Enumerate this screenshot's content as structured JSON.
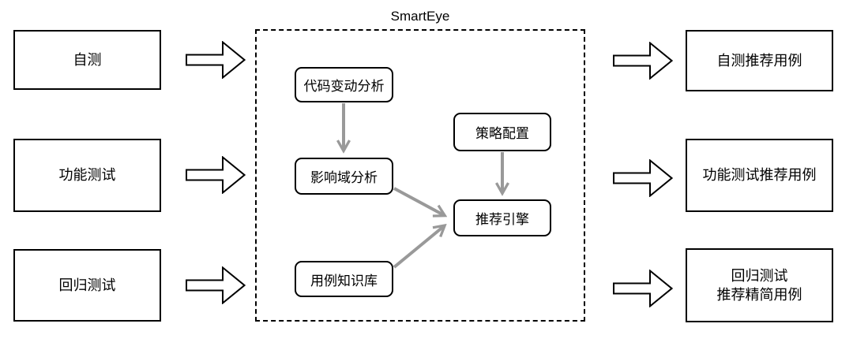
{
  "title": "SmartEye",
  "colors": {
    "node_border": "#000000",
    "node_fill": "#ffffff",
    "connector": "#999999",
    "background": "#ffffff"
  },
  "inputs": [
    {
      "id": "self-test",
      "label": "自测"
    },
    {
      "id": "functional-test",
      "label": "功能测试"
    },
    {
      "id": "regression-test",
      "label": "回归测试"
    }
  ],
  "modules": [
    {
      "id": "code-change-analysis",
      "label": "代码变动分析"
    },
    {
      "id": "impact-analysis",
      "label": "影响域分析"
    },
    {
      "id": "case-knowledge-base",
      "label": "用例知识库"
    },
    {
      "id": "strategy-config",
      "label": "策略配置"
    },
    {
      "id": "recommendation-engine",
      "label": "推荐引擎"
    }
  ],
  "outputs": [
    {
      "id": "self-test-recommended-cases",
      "label": "自测推荐用例"
    },
    {
      "id": "functional-test-recommended-cases",
      "label": "功能测试推荐用例"
    },
    {
      "id": "regression-test-reduced-cases",
      "lines": [
        "回归测试",
        "推荐精简用例"
      ]
    }
  ],
  "internal_edges": [
    {
      "from": "code-change-analysis",
      "to": "impact-analysis"
    },
    {
      "from": "impact-analysis",
      "to": "recommendation-engine"
    },
    {
      "from": "case-knowledge-base",
      "to": "recommendation-engine"
    },
    {
      "from": "strategy-config",
      "to": "recommendation-engine"
    }
  ],
  "flows": [
    {
      "from": "self-test",
      "to": "SmartEye"
    },
    {
      "from": "functional-test",
      "to": "SmartEye"
    },
    {
      "from": "regression-test",
      "to": "SmartEye"
    },
    {
      "from": "SmartEye",
      "to": "self-test-recommended-cases"
    },
    {
      "from": "SmartEye",
      "to": "functional-test-recommended-cases"
    },
    {
      "from": "SmartEye",
      "to": "regression-test-reduced-cases"
    }
  ]
}
